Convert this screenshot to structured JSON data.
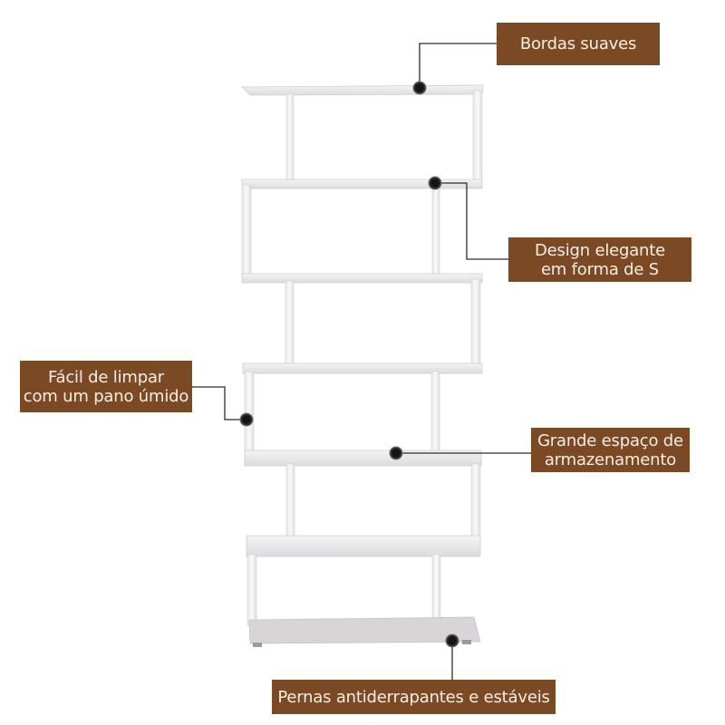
{
  "product": {
    "type": "S-shaped bookshelf",
    "color": "#ffffff",
    "shelf_levels": 6
  },
  "theme": {
    "label_background": "#7B4A24",
    "label_text_color": "#F6EEE4",
    "leader_line_color": "#2b2b2b",
    "marker_dot_color": "#1a1a1a"
  },
  "callouts": [
    {
      "id": "bordas",
      "lines": [
        "Bordas suaves"
      ]
    },
    {
      "id": "design",
      "lines": [
        "Design elegante",
        "em forma de S"
      ]
    },
    {
      "id": "facil",
      "lines": [
        "Fácil de limpar",
        "com um pano úmido"
      ]
    },
    {
      "id": "grande",
      "lines": [
        "Grande espaço de",
        "armazenamento"
      ]
    },
    {
      "id": "pernas",
      "lines": [
        "Pernas antiderrapantes e estáveis"
      ]
    }
  ]
}
